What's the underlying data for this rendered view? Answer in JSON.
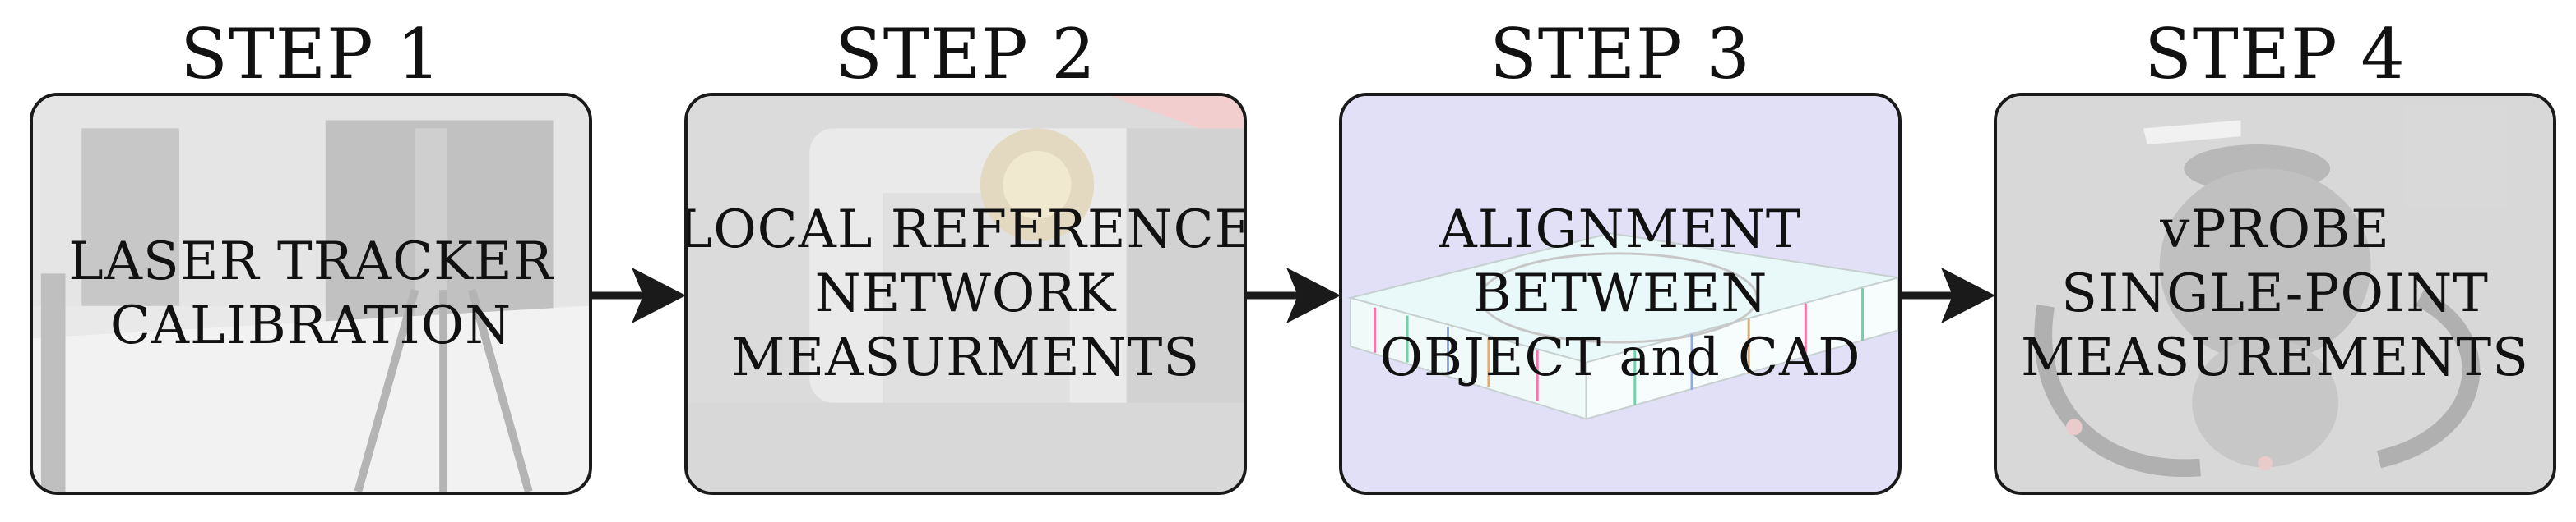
{
  "steps": [
    {
      "title": "STEP 1",
      "lines": [
        "LASER TRACKER",
        "CALIBRATION"
      ]
    },
    {
      "title": "STEP 2",
      "lines": [
        "LOCAL REFERENCE",
        "NETWORK",
        "MEASURMENTS"
      ]
    },
    {
      "title": "STEP 3",
      "lines": [
        "ALIGNMENT",
        "BETWEEN",
        "OBJECT and CAD"
      ]
    },
    {
      "title": "STEP 4",
      "lines": [
        "vPROBE",
        "SINGLE-POINT",
        "MEASUREMENTS"
      ]
    }
  ],
  "colors": {
    "border": "#1a1a1a",
    "arrow": "#1a1a1a",
    "step3_background": "#c8c6ee"
  }
}
